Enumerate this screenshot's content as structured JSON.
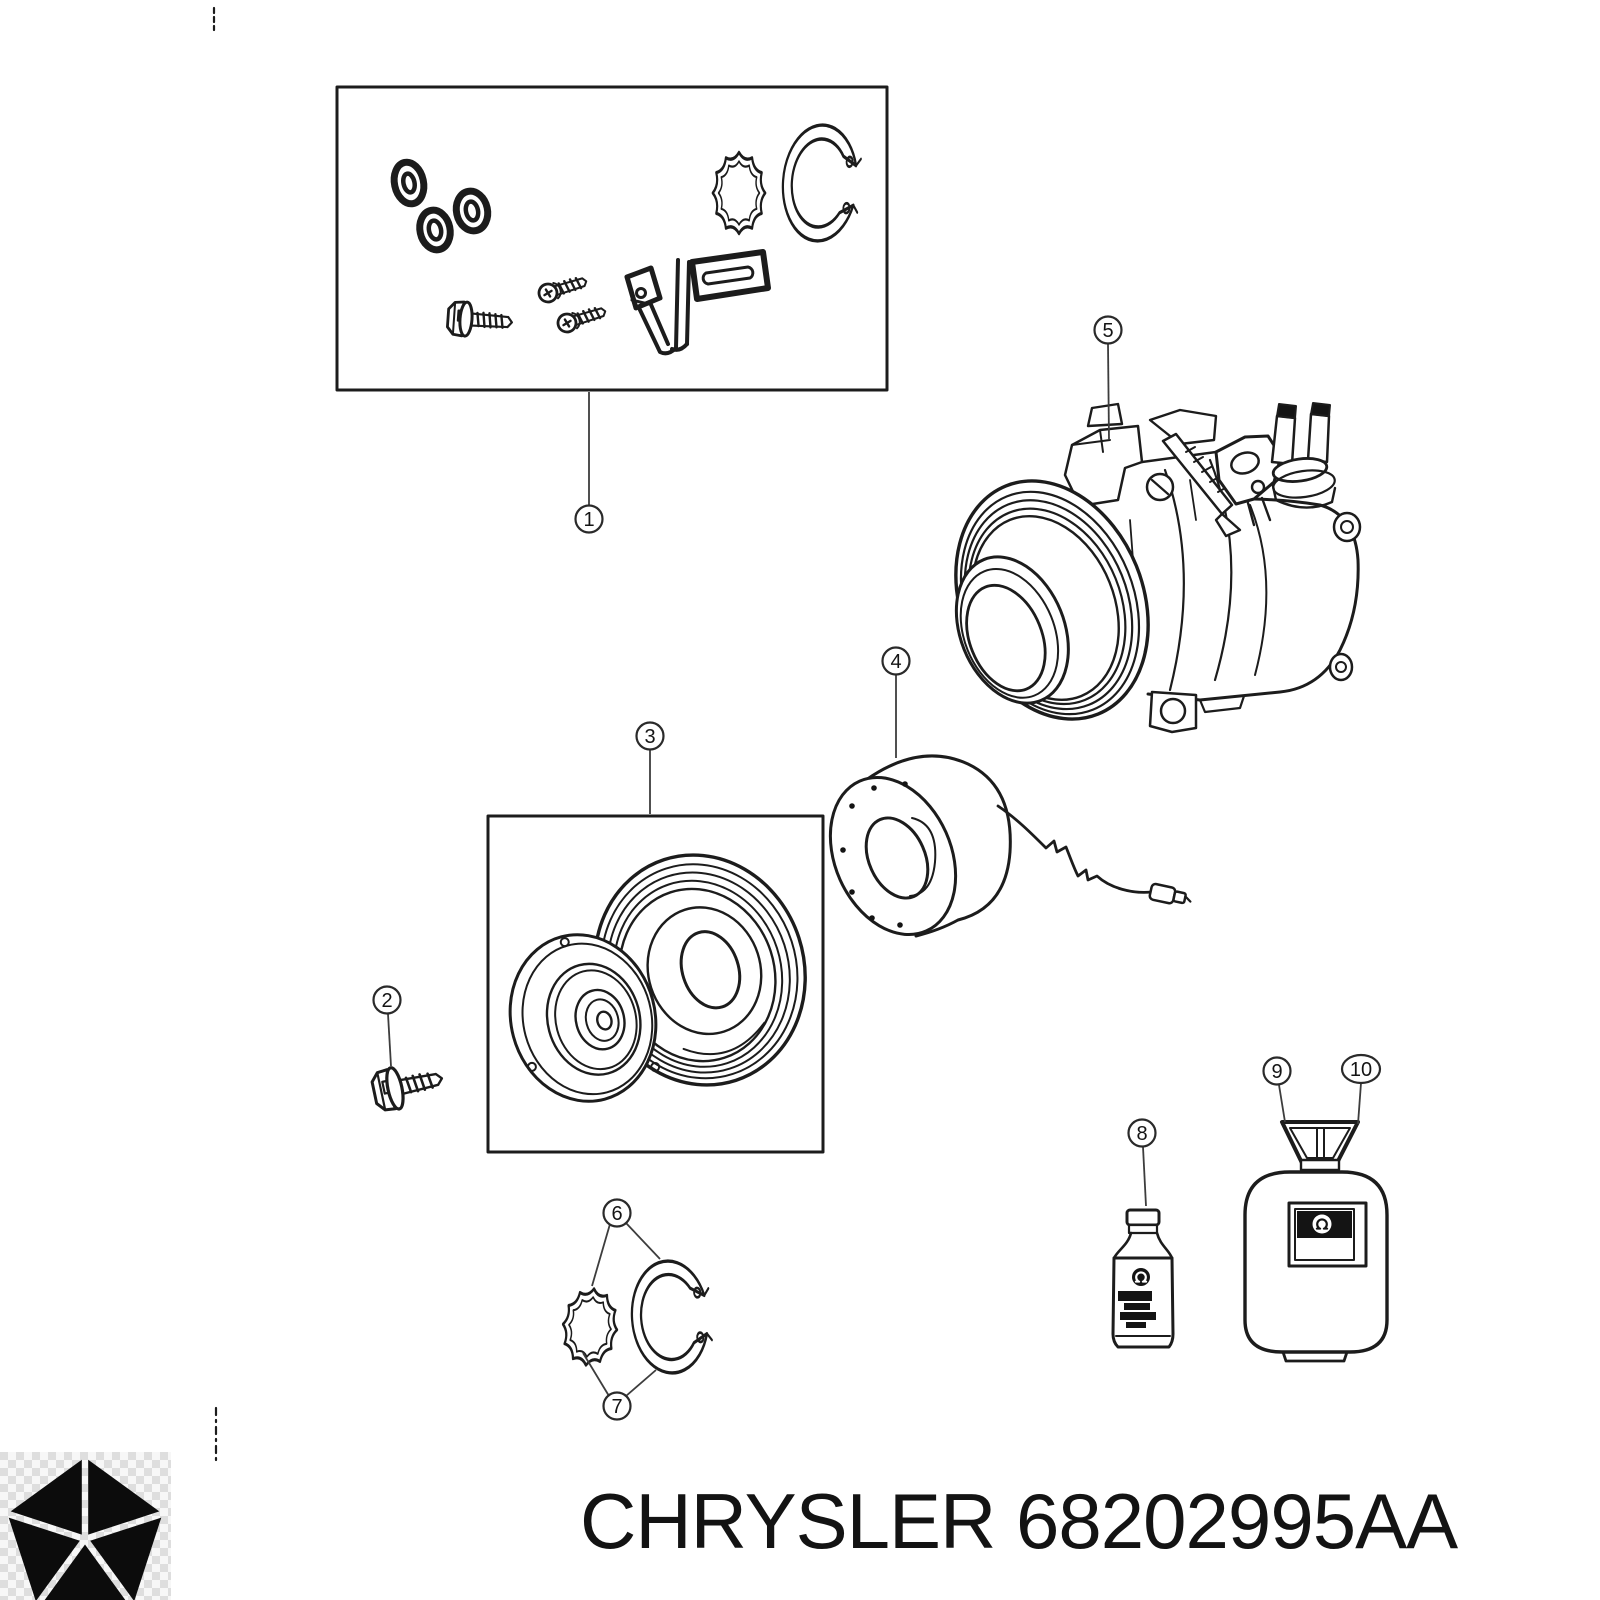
{
  "document": {
    "background": "#ffffff",
    "ink": "#1c1c1c",
    "leader_color": "#3d3d3d"
  },
  "footer": {
    "text": "CHRYSLER 68202995AA"
  },
  "logo": {
    "icon": "chrysler-pentastar-logo"
  },
  "callouts": {
    "c1": "1",
    "c2": "2",
    "c3": "3",
    "c4": "4",
    "c5": "5",
    "c6": "6",
    "c7": "7",
    "c8": "8",
    "c9": "9",
    "c10": "10"
  }
}
